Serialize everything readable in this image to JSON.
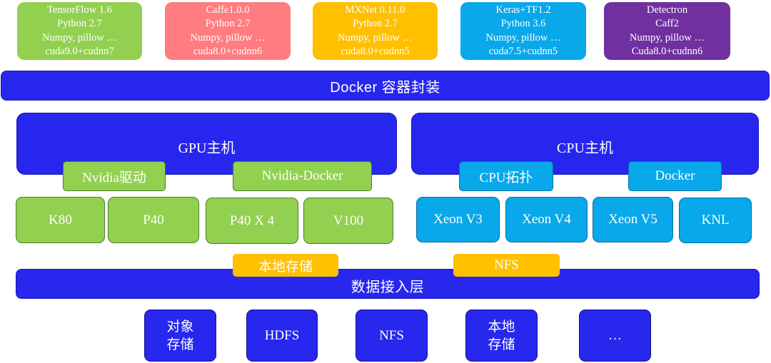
{
  "frameworks": [
    {
      "color": "#92d050",
      "lines": [
        "TensorFlow 1.6",
        "Python 2.7",
        "Numpy, pillow …",
        "cuda9.0+cudnn7"
      ]
    },
    {
      "color": "#ff7c80",
      "lines": [
        "Caffe1.0.0",
        "Python 2.7",
        "Numpy, pillow …",
        "cuda8.0+cudnn6"
      ]
    },
    {
      "color": "#ffc000",
      "lines": [
        "MXNet 0.11.0",
        "Python 2.7",
        "Numpy, pillow …",
        "cuda8.0+cudnn5"
      ]
    },
    {
      "color": "#08a8ea",
      "lines": [
        "Keras+TF1.2",
        "Python 3.6",
        "Numpy, pillow …",
        "cuda7.5+cudnn5"
      ]
    },
    {
      "color": "#7030a0",
      "lines": [
        "Detectron",
        "Caff2",
        "Numpy, pillow …",
        "Cuda8.0+cudnn6"
      ]
    }
  ],
  "docker_layer": "Docker 容器封装",
  "gpu_host": {
    "title": "GPU主机",
    "tags": [
      "Nvidia驱动",
      "Nvidia-Docker"
    ],
    "devices": [
      "K80",
      "P40",
      "P40 X 4",
      "V100"
    ]
  },
  "cpu_host": {
    "title": "CPU主机",
    "tags": [
      "CPU拓扑",
      "Docker"
    ],
    "devices": [
      "Xeon V3",
      "Xeon V4",
      "Xeon V5",
      "KNL"
    ]
  },
  "storage_tags": [
    "本地存储",
    "NFS"
  ],
  "data_layer": "数据接入层",
  "storages": [
    [
      "对象",
      "存储"
    ],
    [
      "HDFS"
    ],
    [
      "NFS"
    ],
    [
      "本地",
      "存储"
    ],
    [
      "…"
    ]
  ]
}
